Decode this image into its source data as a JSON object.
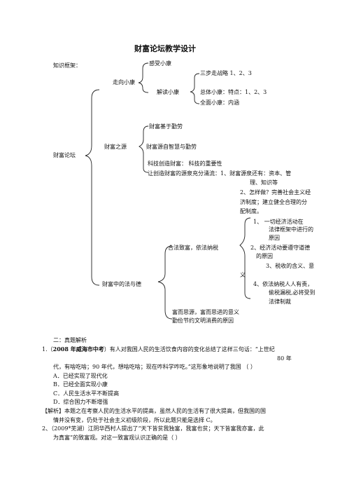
{
  "title": "财富论坛教学设计",
  "framework": {
    "label": "知识框架：",
    "root": "财富论坛",
    "branch1": {
      "label": "走向小康",
      "gan_shou": "感受小康",
      "jie_du": "解读小康",
      "san_bu": "三步走战略 1、2、3",
      "zong_ti": "总体小康：特点：1、2、3",
      "quan_mian": "全面小康：内涵"
    },
    "branch2": {
      "label": "财富之源",
      "item1": "财富基于勤劳",
      "item2": "财富源自智慧与勤劳",
      "item3": "科技创造财富：    科技的重要性",
      "item4": "让创造财富的源泉充分涌流：1、财富源泉还有：资本、管",
      "item4b": "理、知识等",
      "item5": "2、怎样做？完善社会主义经",
      "item5b": "济制度；建立健全合理的分",
      "item5c": "配制度。"
    },
    "branch3": {
      "label": "财富中的法与德",
      "he_fa": "合法致富，依法纳税",
      "p1a": "1、   一切经济活动在",
      "p1b": "法律框架中进行的",
      "p1c": "原因",
      "p2a": "2、经济活动要遵守道德",
      "p2b": "的原因",
      "p3a": "3、税收的含义、意",
      "p3b": "义",
      "p4a": "4、依法纳税人人有责，",
      "p4b": "偷税漏税,必将受到",
      "p4c": "法律制裁",
      "fu_er": "富而思源，富而思进的意义",
      "qin_jian": "勤俭节约文明消费的原因"
    }
  },
  "section2": {
    "heading": "二：真题解析",
    "q1": {
      "line1_pre": "1.（",
      "line1_bold": "2008 年威海市中考",
      "line1_post": "）有人对我国人民的生活饮食内容的变化总结了这样三句话：“上世纪",
      "line2": "80 年",
      "line3": "代，有啥吃啥；90 年代，想啥吃啥；现在咋科学咋吃。”这形象地说明了我国        （       ）",
      "opt_a": "A．已经实现了现代化",
      "opt_b": "B．已经全面实现小康",
      "opt_c": "C．人民生活水平不断提高",
      "opt_d": "D．综合国力不断增强"
    },
    "analysis": {
      "line1": "【解析】本题之在考察人民的生活水平的提高，虽然人民的生活有了很大提高，但我国的国",
      "line2": "情并没有变，仍处于社会主义初级阶段，所以此题只能是选择 C。"
    },
    "q2": {
      "line1": "2、（2009*芜湖）江阴华西村人提出了“天下皆贫我独富，我富也贫；天下皆富我亦富，此",
      "line2": "为真富”的致富观。对这一致富观认识正确的是（                    ）"
    }
  }
}
